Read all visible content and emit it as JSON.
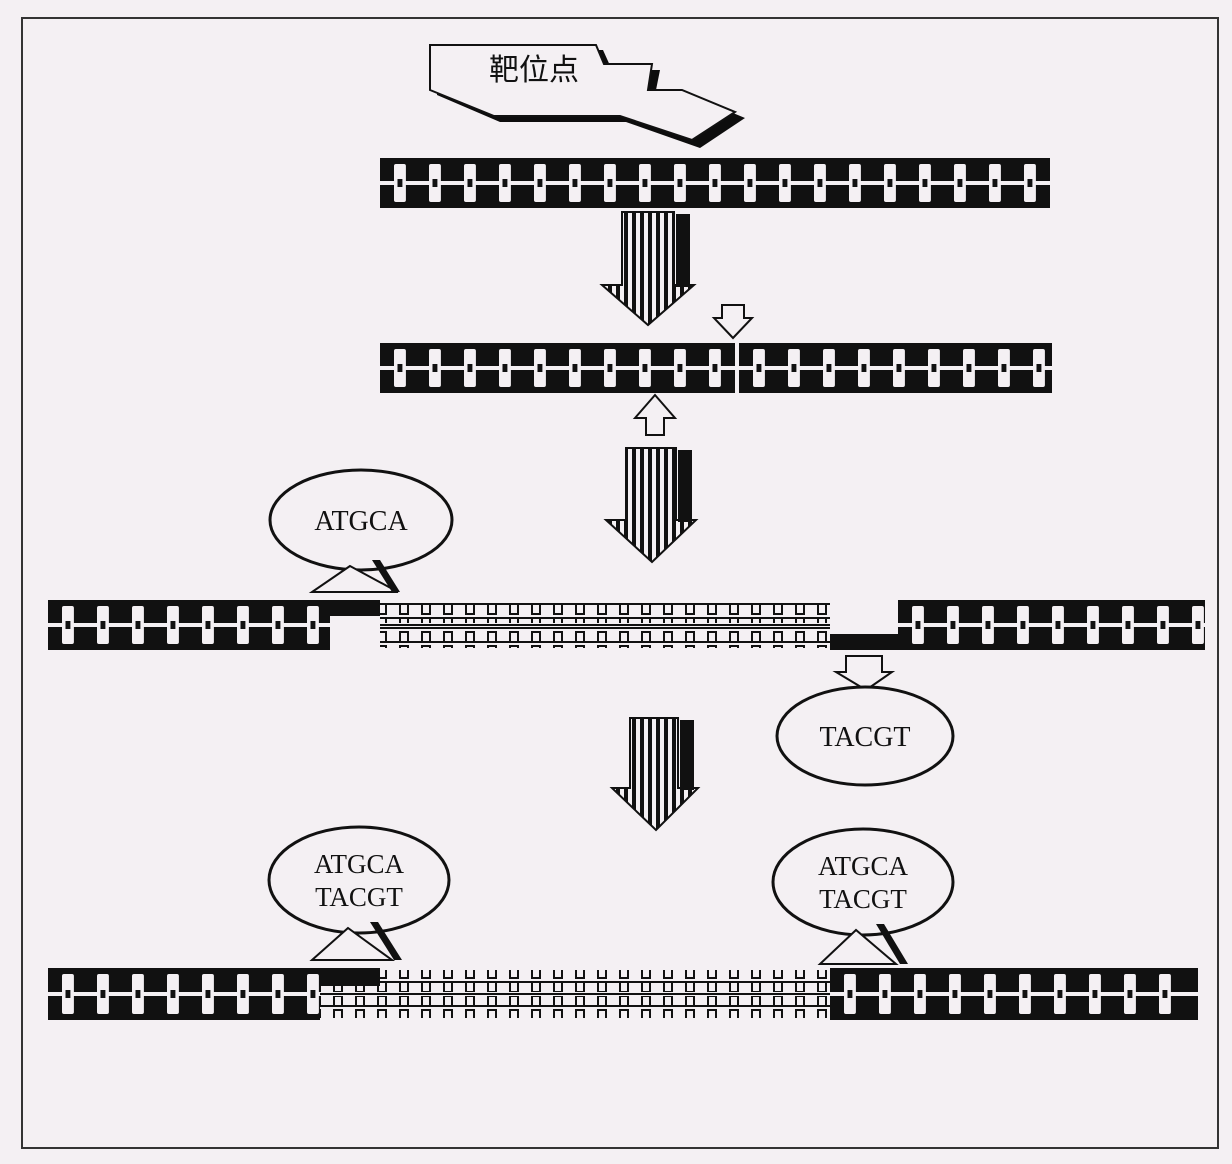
{
  "labels": {
    "target_site": "靶位点",
    "sequence_1": "ATGCA",
    "sequence_2": "TACGT",
    "pair_left_top": "ATGCA",
    "pair_left_bottom": "TACGT",
    "pair_right_top": "ATGCA",
    "pair_right_bottom": "TACGT"
  },
  "colors": {
    "background": "#f4f0f3",
    "ink": "#111111"
  }
}
